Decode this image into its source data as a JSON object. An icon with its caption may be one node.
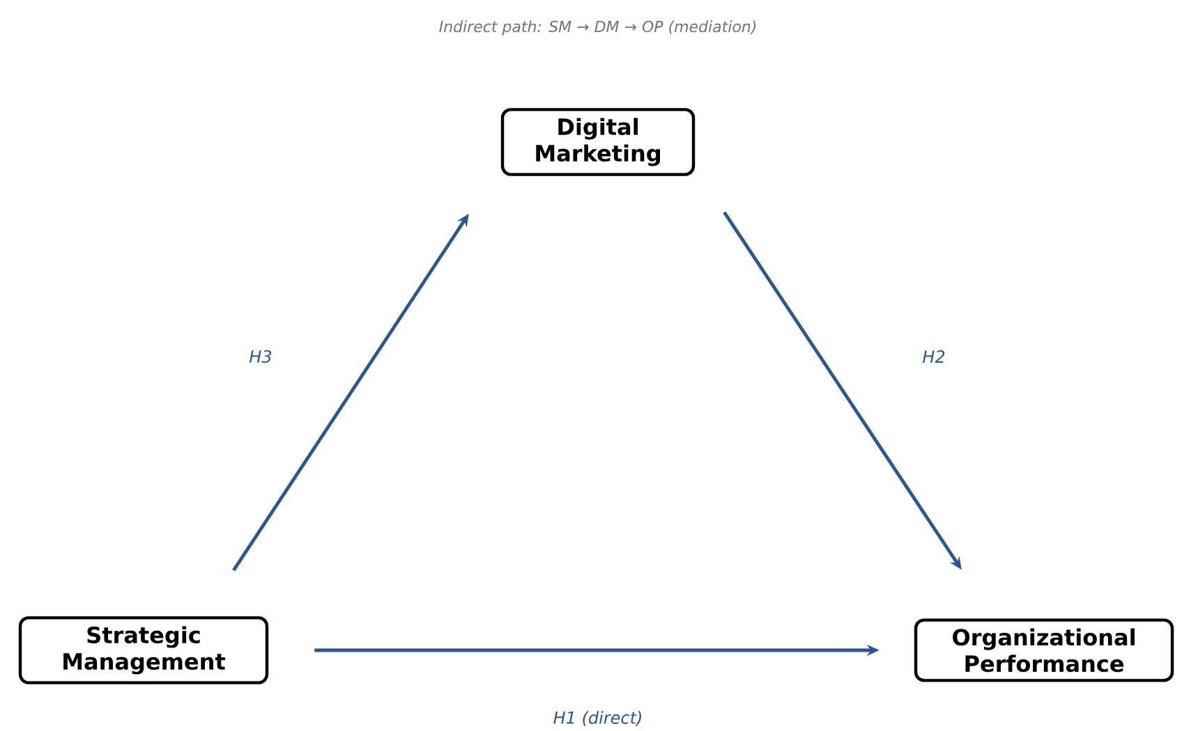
{
  "diagram": {
    "title": "Indirect path: SM → DM → OP (mediation)",
    "nodes": [
      {
        "text": [
          "Strategic Management"
        ]
      },
      {
        "text": [
          "Digital Marketing"
        ]
      },
      {
        "text": [
          "Organizational Performance"
        ]
      }
    ],
    "edges": [
      {
        "from": 0,
        "to": 1,
        "arrow": "to",
        "label": "H3"
      },
      {
        "from": 1,
        "to": 2,
        "arrow": "to",
        "label": "H2"
      },
      {
        "from": 0,
        "to": 2,
        "arrow": "to",
        "label": "H1 (direct)"
      }
    ]
  }
}
